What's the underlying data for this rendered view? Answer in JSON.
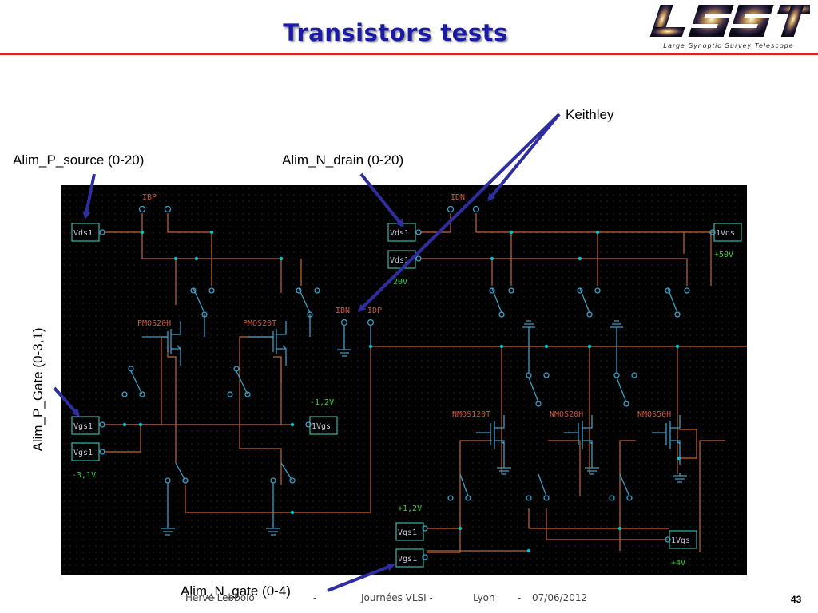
{
  "title": "Transistors tests",
  "logo": {
    "mark": "LSST",
    "tagline": "Large Synoptic Survey Telescope"
  },
  "annotations": {
    "keithley": "Keithley",
    "alim_p_source": "Alim_P_source (0-20)",
    "alim_n_drain": "Alim_N_drain (0-20)",
    "alim_p_gate": "Alim_P_Gate (0-3,1)",
    "alim_n_gate": "Alim_N_gate (0-4)"
  },
  "schematic": {
    "pins": {
      "ibp": "IBP",
      "idn": "IDN",
      "ibn": "IBN",
      "idp": "IDP"
    },
    "sources": {
      "vds1_p": "Vds1",
      "vds1_n1": "Vds1",
      "vds1_n2": "Vds1",
      "vds1_right": "1Vds",
      "vgs1_p": "Vgs1",
      "vgs1_p2": "Vgs1",
      "vgs_mid": "1Vgs",
      "vgs1_n1": "Vgs1",
      "vgs1_n2": "Vgs1",
      "vgs_right": "1Vgs"
    },
    "values": {
      "v_20": "20V",
      "v_50": "+50V",
      "v_m12": "-1,2V",
      "v_m31": "-3,1V",
      "v_12": "+1,2V",
      "v_4": "+4V"
    },
    "devices": {
      "pmos20h": "PMOS20H",
      "pmos20t": "PMOS20T",
      "nmos120t": "NMOS120T",
      "nmos20h": "NMOS20H",
      "nmos50h": "NMOS50H"
    },
    "colors": {
      "background": "#000000",
      "wire": "#c86432",
      "component": "#3c9ec8",
      "label": "#d2543c",
      "value": "#3cd23c",
      "dot": "#00c8c8",
      "arrow": "#2e2e9e"
    }
  },
  "footer": {
    "author": "Hervé Lebbolo",
    "sep1": "-",
    "event": "Journées VLSI -",
    "city": "Lyon",
    "sep2": "-",
    "date": "07/06/2012",
    "page": "43"
  }
}
